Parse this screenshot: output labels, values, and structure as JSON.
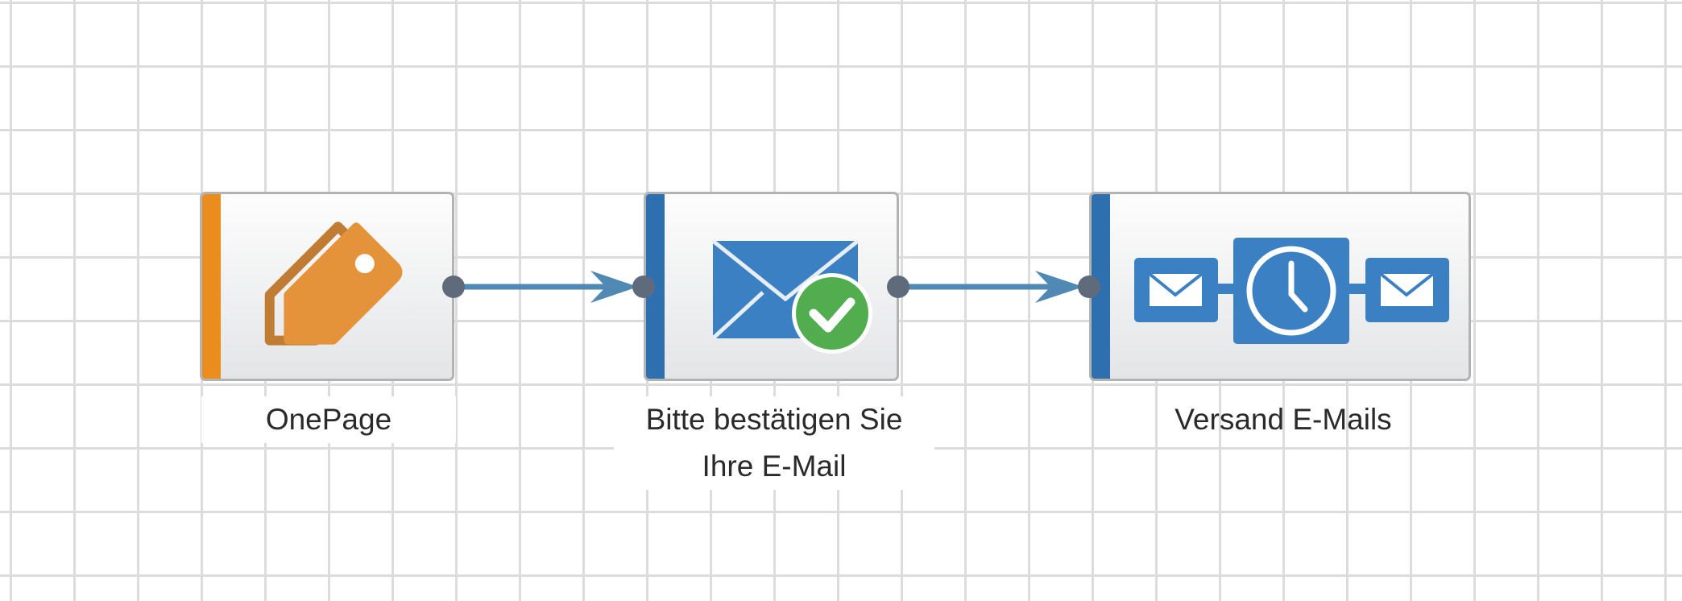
{
  "colors": {
    "orange": "#ea8c1e",
    "blue": "#2e6fb0",
    "icon_blue": "#3c80c4",
    "tag": "#e4933a",
    "tag_shadow": "#c07c32",
    "check": "#52ad4e",
    "edge": "#5089b4",
    "port": "#5f6b7a"
  },
  "nodes": [
    {
      "label": "OnePage",
      "icon": "tag-icon"
    },
    {
      "label": "Bitte bestätigen Sie Ihre E-Mail",
      "label_line1": "Bitte bestätigen Sie",
      "label_line2": "Ihre E-Mail",
      "icon": "email-confirmed-icon"
    },
    {
      "label": "Versand E-Mails",
      "icon": "email-schedule-icon"
    }
  ]
}
